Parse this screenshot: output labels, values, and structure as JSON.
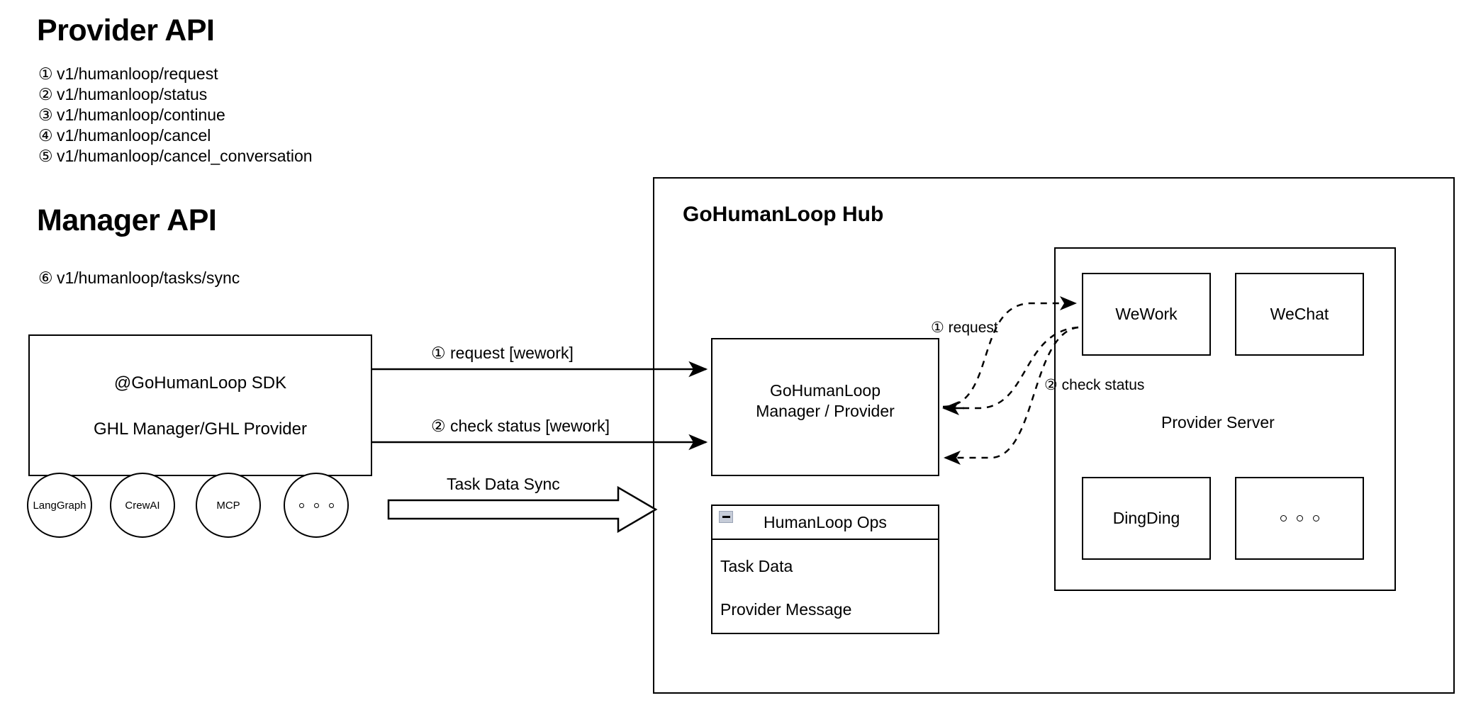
{
  "provider_api": {
    "heading": "Provider API",
    "endpoints": [
      {
        "num": "①",
        "path": "v1/humanloop/request"
      },
      {
        "num": "②",
        "path": "v1/humanloop/status"
      },
      {
        "num": "③",
        "path": "v1/humanloop/continue"
      },
      {
        "num": "④",
        "path": "v1/humanloop/cancel"
      },
      {
        "num": "⑤",
        "path": "v1/humanloop/cancel_conversation"
      }
    ]
  },
  "manager_api": {
    "heading": "Manager API",
    "endpoints": [
      {
        "num": "⑥",
        "path": "v1/humanloop/tasks/sync"
      }
    ]
  },
  "sdk": {
    "line1": "@GoHumanLoop SDK",
    "line2": "GHL Manager/GHL Provider",
    "integrations": [
      {
        "label": "LangGraph"
      },
      {
        "label": "CrewAI"
      },
      {
        "label": "MCP"
      },
      {
        "label": ""
      }
    ]
  },
  "connectors": {
    "request_wework": "① request [wework]",
    "check_status_wework": "② check status [wework]",
    "task_data_sync": "Task Data Sync",
    "request": "① request",
    "check_status": "② check status"
  },
  "hub": {
    "title": "GoHumanLoop Hub",
    "manager": {
      "line1": "GoHumanLoop",
      "line2": "Manager / Provider"
    },
    "ops": {
      "title": "HumanLoop Ops",
      "icon": "minus-icon",
      "rows": [
        {
          "label": "Task Data"
        },
        {
          "label": "Provider Message"
        }
      ]
    },
    "provider_server": {
      "label": "Provider Server",
      "providers": [
        {
          "label": "WeWork"
        },
        {
          "label": "WeChat"
        },
        {
          "label": "DingDing"
        },
        {
          "label": ""
        }
      ]
    }
  },
  "colors": {
    "stroke": "#000000",
    "background": "#ffffff",
    "icon_fill": "#c6ccd8",
    "icon_border": "#9aa3b5"
  }
}
